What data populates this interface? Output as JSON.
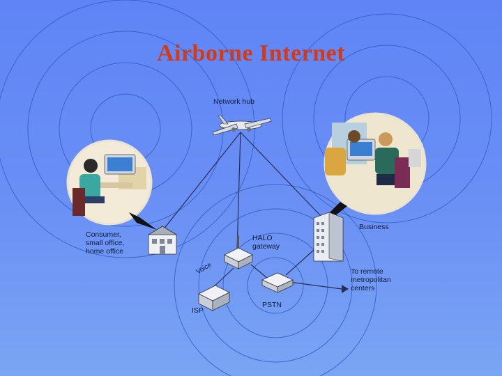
{
  "title": "Airborne Internet",
  "labels": {
    "network_hub": "Network hub",
    "consumer": "Consumer,\nsmall office,\nhome office",
    "business": "Business",
    "halo_gateway": "HALO\ngateway",
    "isp": "ISP",
    "pstn": "PSTN",
    "remote": "To remote\nmetropolitan\ncenters",
    "voice": "Voice"
  },
  "colors": {
    "background": "#6a90f5",
    "title": "#d63a12",
    "rings": "#2f5fc0",
    "links": "#2b2b55"
  }
}
